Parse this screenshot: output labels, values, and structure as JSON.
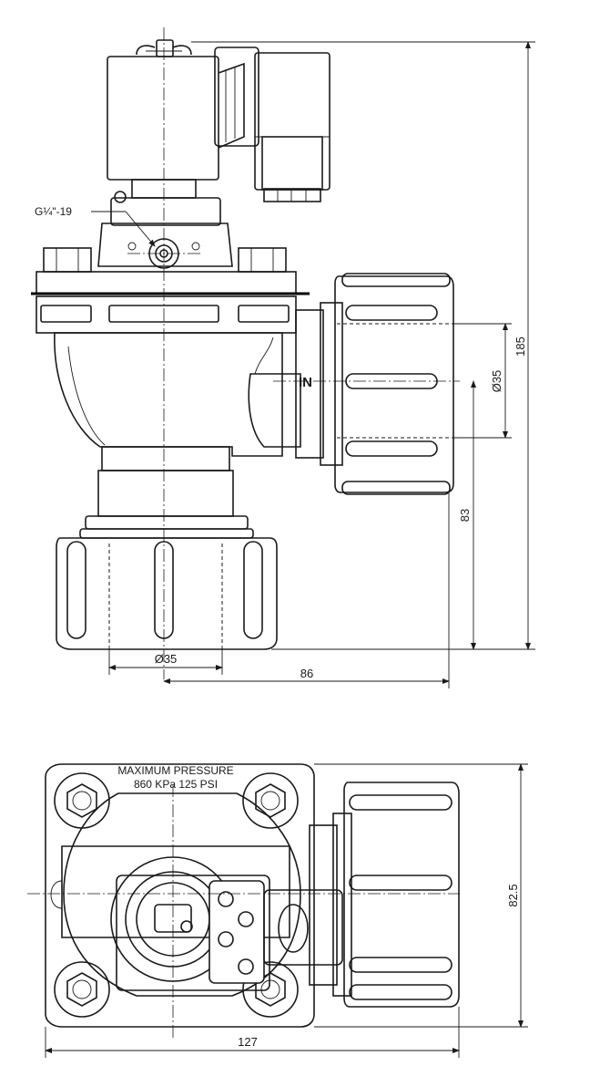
{
  "side_view": {
    "thread_label": "G¼\"-19",
    "inlet_label": "IN",
    "dim_height_total": "185",
    "dim_inlet_diameter": "Ø35",
    "dim_inlet_height": "83",
    "dim_outlet_diameter": "Ø35",
    "dim_outlet_offset": "86"
  },
  "top_view": {
    "pressure_title": "MAXIMUM  PRESSURE",
    "pressure_values": "860  KPa  125  PSI",
    "dim_width": "127",
    "dim_depth": "82.5"
  }
}
